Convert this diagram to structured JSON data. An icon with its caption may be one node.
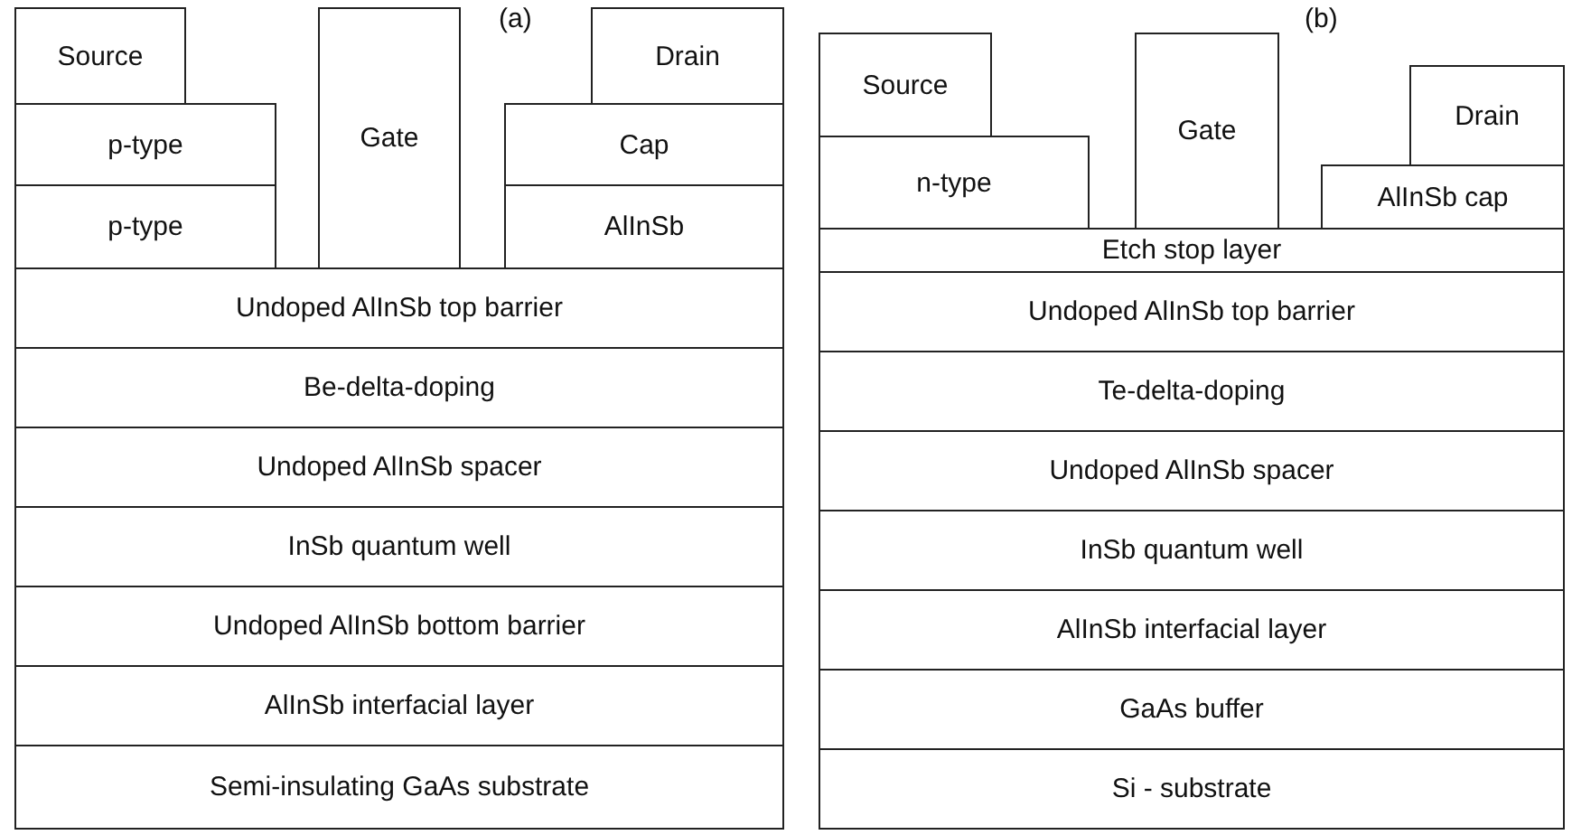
{
  "diagram": {
    "nodes": [
      {
        "text": [
          "Source"
        ]
      },
      {
        "text": [
          "p-type"
        ]
      },
      {
        "text": [
          "p-type"
        ]
      },
      {
        "text": [
          "Gate"
        ]
      },
      {
        "text": [
          "Drain"
        ]
      },
      {
        "text": [
          "Cap"
        ]
      },
      {
        "text": [
          "AlInSb"
        ]
      },
      {
        "text": [
          "Undoped AlInSb top barrier"
        ]
      },
      {
        "text": [
          "Be-delta-doping"
        ]
      },
      {
        "text": [
          "Undoped AlInSb spacer"
        ]
      },
      {
        "text": [
          "InSb quantum well"
        ]
      },
      {
        "text": [
          "Undoped AlInSb bottom barrier"
        ]
      },
      {
        "text": [
          "AlInSb interfacial layer"
        ]
      },
      {
        "text": [
          "Semi-insulating GaAs substrate"
        ]
      },
      {
        "text": [
          "Source"
        ]
      },
      {
        "text": [
          "n-type"
        ]
      },
      {
        "text": [
          "Gate"
        ]
      },
      {
        "text": [
          "Drain"
        ]
      },
      {
        "text": [
          "AlInSb cap"
        ]
      },
      {
        "text": [
          "Etch stop layer"
        ]
      },
      {
        "text": [
          "Undoped AlInSb top barrier"
        ]
      },
      {
        "text": [
          "Te-delta-doping"
        ]
      },
      {
        "text": [
          "Undoped AlInSb spacer"
        ]
      },
      {
        "text": [
          "InSb quantum well"
        ]
      },
      {
        "text": [
          "AlInSb interfacial layer"
        ]
      },
      {
        "text": [
          "GaAs buffer"
        ]
      },
      {
        "text": [
          "Si - substrate"
        ]
      }
    ],
    "edges": [],
    "labels": [
      "(a)",
      "(b)"
    ]
  }
}
